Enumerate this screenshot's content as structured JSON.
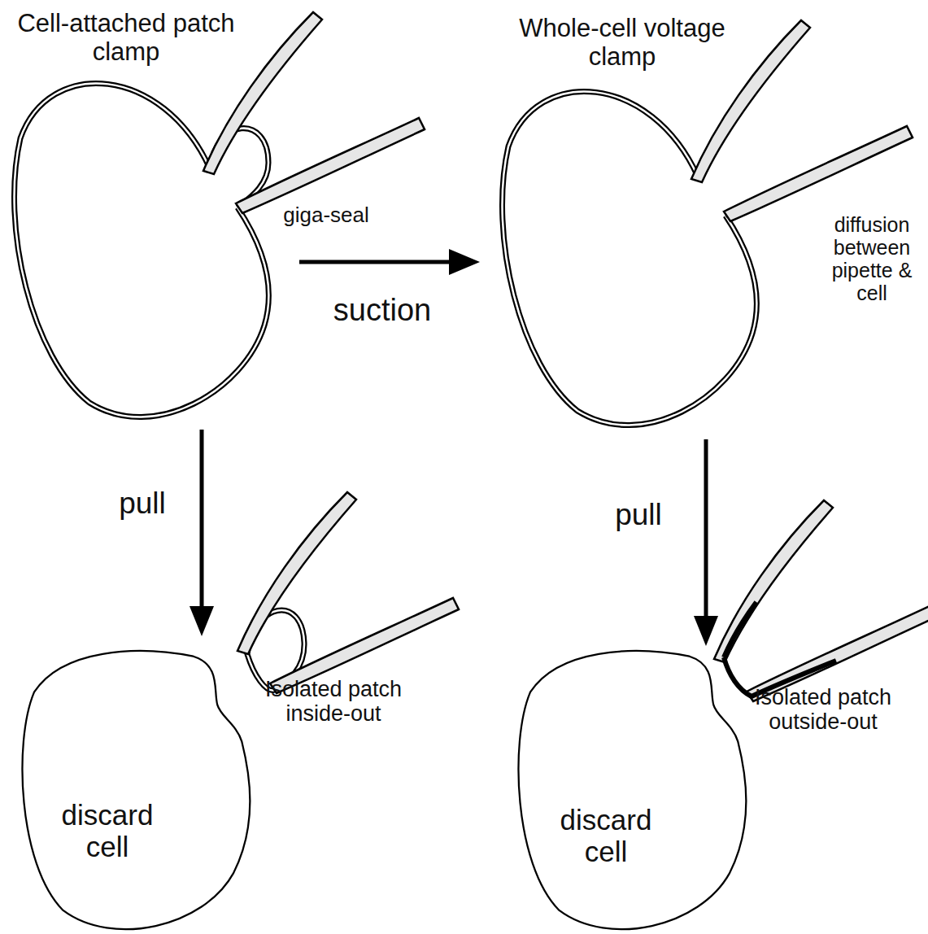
{
  "diagram": {
    "nodes": [
      {
        "text": [
          "discard cell"
        ]
      },
      {
        "text": [
          "discard cell"
        ]
      }
    ],
    "labels": [
      "Cell-attached patch clamp",
      "giga-seal",
      "suction",
      "Whole-cell voltage clamp",
      "diffusion between pipette & cell",
      "pull",
      "pull",
      "Isolated patch inside-out",
      "Isolated patch outside-out"
    ]
  }
}
